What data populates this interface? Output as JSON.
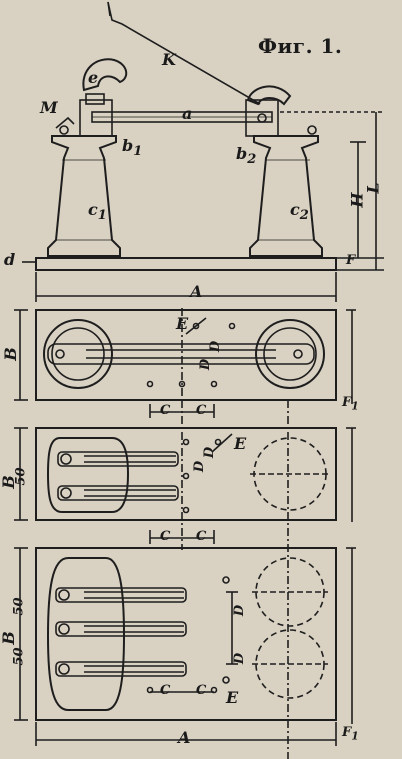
{
  "title": "Фиг. 1.",
  "labels": {
    "K": "K",
    "e": "e",
    "M": "M",
    "a": "a",
    "b1": "b",
    "b1_sub": "1",
    "b2": "b",
    "b2_sub": "2",
    "c1": "c",
    "c1_sub": "1",
    "c2": "c",
    "c2_sub": "2",
    "H": "H",
    "L": "L",
    "F": "F",
    "d": "d",
    "A": "A",
    "E": "E",
    "B": "B",
    "D": "D",
    "C": "C",
    "F1": "F",
    "F1_sub": "1",
    "n50": "50"
  },
  "colors": {
    "paper": "#d9d1c2",
    "ink": "#1e1e1e"
  }
}
